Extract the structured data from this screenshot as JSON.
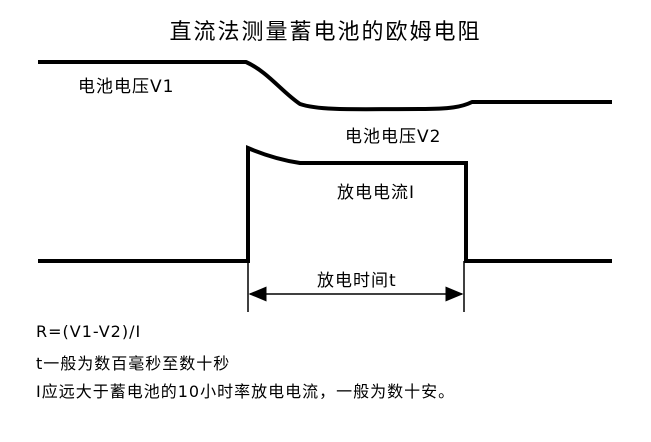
{
  "title": "直流法测量蓄电池的欧姆电阻",
  "labels": {
    "v1": "电池电压V1",
    "v2": "电池电压V2",
    "current": "放电电流I",
    "time": "放电时间t"
  },
  "notes": [
    "R=(V1-V2)/I",
    "t一般为数百毫秒至数十秒",
    "I应远大于蓄电池的10小时率放电电流，一般为数十安。"
  ],
  "colors": {
    "line": "#000000",
    "background": "#ffffff"
  }
}
